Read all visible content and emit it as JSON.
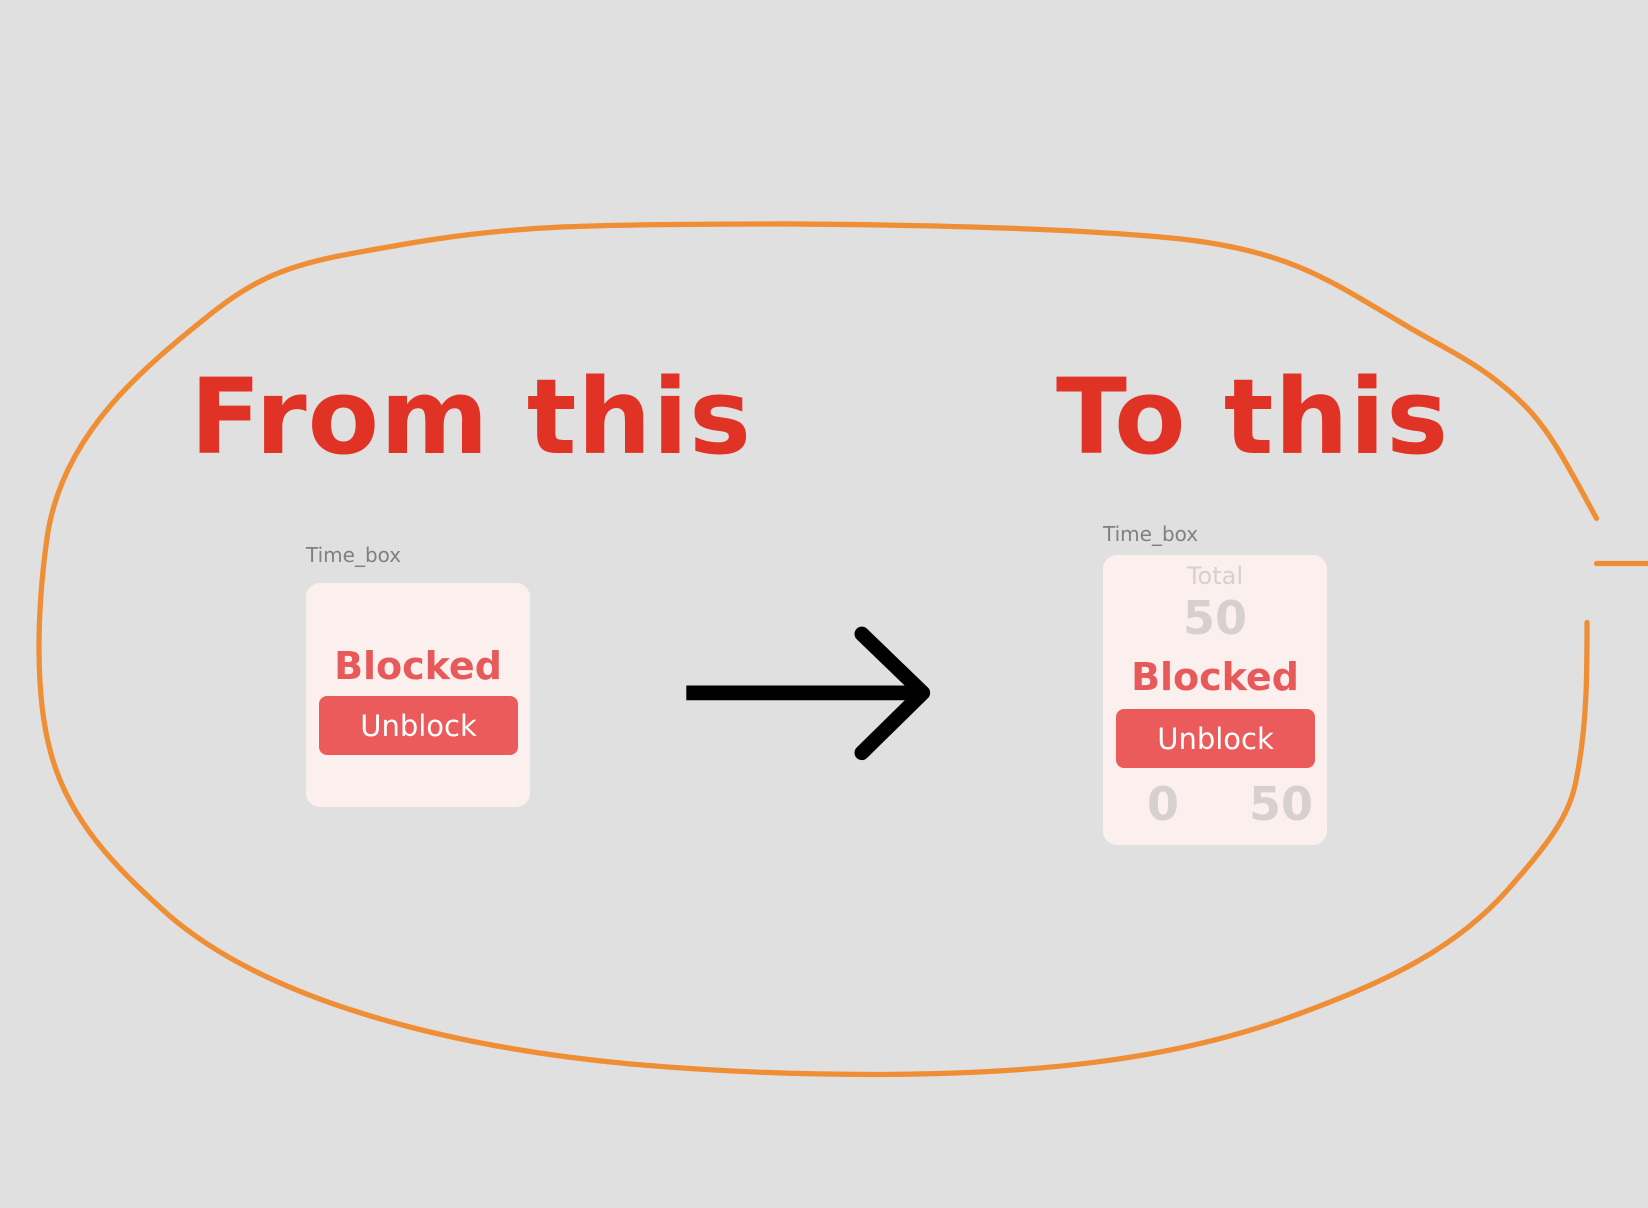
{
  "colors": {
    "heading": "#e03325",
    "loop": "#ef8e34",
    "card_bg": "#fcf0ef",
    "button": "#eb5b5b",
    "arrow": "#000000"
  },
  "left": {
    "heading": "From this",
    "frame_label": "Time_box",
    "status": "Blocked",
    "button_label": "Unblock"
  },
  "right": {
    "heading": "To this",
    "frame_label": "Time_box",
    "status": "Blocked",
    "button_label": "Unblock",
    "ghost": {
      "title": "Total",
      "value": "50",
      "min": "0",
      "max": "50"
    }
  }
}
